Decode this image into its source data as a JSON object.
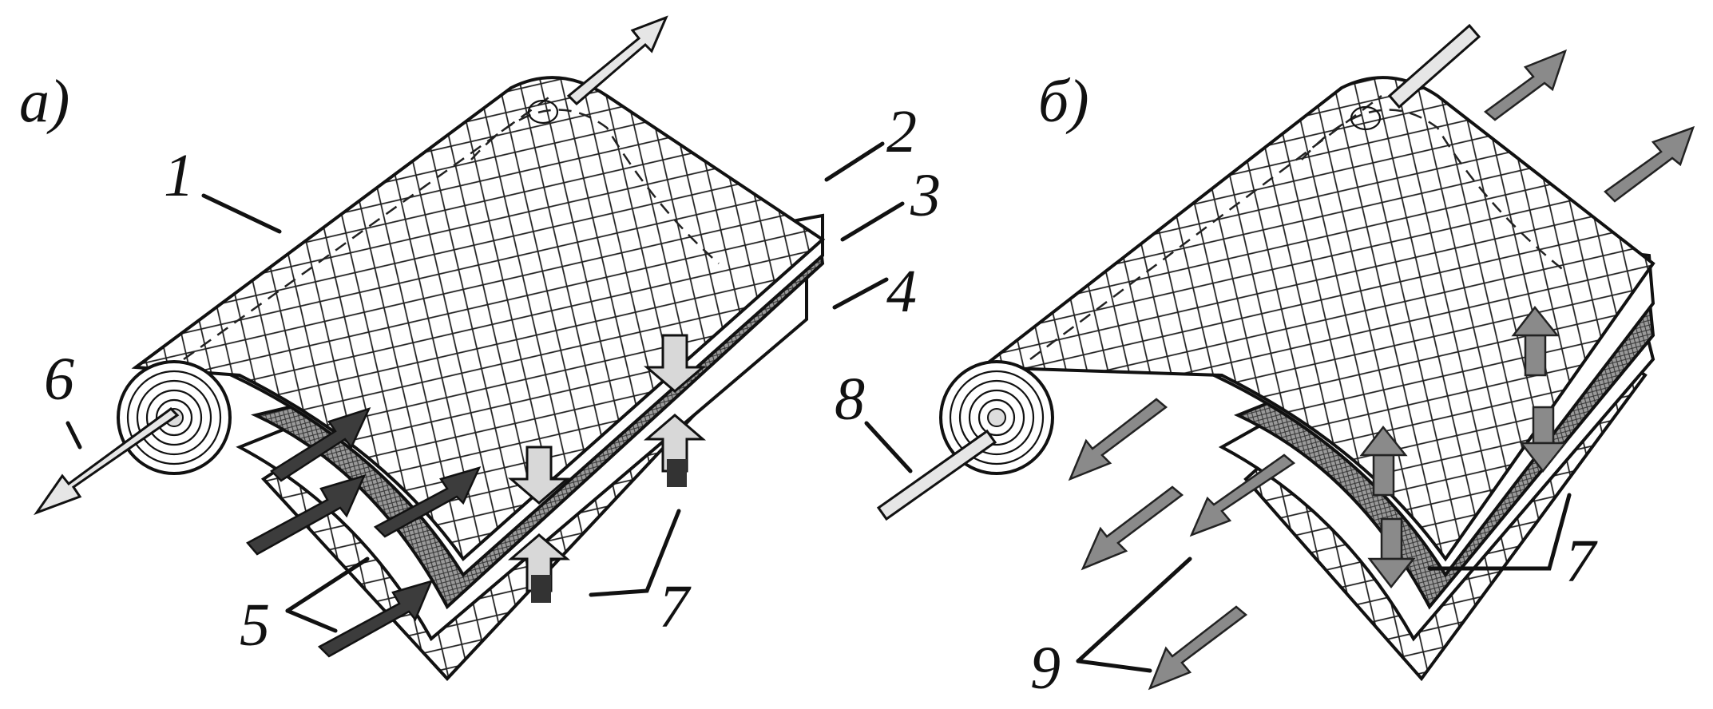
{
  "panels": [
    {
      "id": "a",
      "label": "а)"
    },
    {
      "id": "b",
      "label": "б)"
    }
  ],
  "callouts_a": [
    "1",
    "2",
    "3",
    "4",
    "5",
    "6",
    "7"
  ],
  "callouts_b": [
    "8",
    "7",
    "9"
  ],
  "colors": {
    "line": "#111111",
    "dark_arrow": "#3c3c3c",
    "mid_arrow": "#8a8a8a",
    "light_arrow": "#e6e6e6",
    "sheet": "#ffffff",
    "membrane": "#bdbdbd"
  }
}
